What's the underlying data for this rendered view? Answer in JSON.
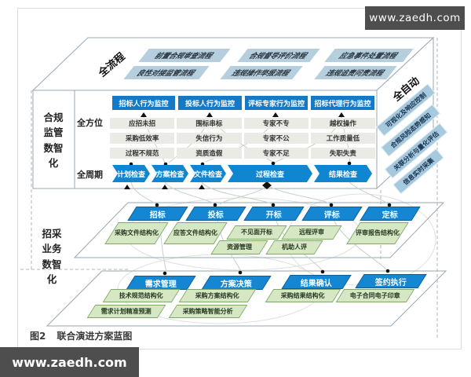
{
  "watermark": {
    "top_right": "www.zaedh.com",
    "bottom_left": "www.zaedh.com"
  },
  "caption": {
    "label": "图2",
    "title": "联合演进方案蓝图"
  },
  "colors": {
    "accent_blue": "#1486d2",
    "deep_blue": "#1679c6",
    "flow_light_blue": "#b6cfdf",
    "capability_blue": "#a6c9de",
    "tool_green": "#d6e7c4",
    "risk_row_gray": "#e9ebe4",
    "badge_gray": "#4e4e4e"
  },
  "compliance_layer": {
    "side_label": "合规监管数智化",
    "axis_top": "全流程",
    "axis_right": "全自动",
    "dim_scope": "全方位",
    "dim_cycle": "全周期",
    "process_flows": [
      "前置合规审查流程",
      "合规督导评价流程",
      "应急事件处置流程",
      "良性对接监管流程",
      "违规操作举报流程",
      "违规追责问责流程"
    ],
    "auto_capabilities": [
      "可视化及响应控制",
      "合规风险态势感知",
      "关联分析与量化评估",
      "信息实时采集"
    ],
    "monitor_boxes": [
      "招标人行为监控",
      "投标人行为监控",
      "评标专家行为监控",
      "招标代理行为监控"
    ],
    "risk_rows": [
      [
        "应招未招",
        "围标串标",
        "专家不专",
        "越权操作"
      ],
      [
        "采购低效率",
        "失信行为",
        "专家不公",
        "工作质量低"
      ],
      [
        "过程不规范",
        "资质造假",
        "专家不足",
        "失职失责"
      ]
    ],
    "cycle_checks": [
      "计划检查",
      "方案检查",
      "文件检查",
      "过程检查",
      "结果检查"
    ]
  },
  "bidding_layer": {
    "side_label": "招采业务数智化",
    "stages": [
      "招标",
      "投标",
      "开标",
      "评标",
      "定标"
    ],
    "tools_row1": [
      "采购文件结构化",
      "应答文件结构化",
      "不见面开标",
      "远程评审",
      "评审报告结构化"
    ],
    "tools_row2": [
      "资源管理",
      "机助人评"
    ]
  },
  "procurement_layer": {
    "stages": [
      "需求管理",
      "方案决策",
      "结果确认",
      "签约执行"
    ],
    "tools_row1": [
      "技术规范结构化",
      "采购方案结构化",
      "采购结果结构化",
      "电子合同电子印章"
    ],
    "tools_row2": [
      "需求计划精准预测",
      "采购策略智能分析"
    ]
  }
}
